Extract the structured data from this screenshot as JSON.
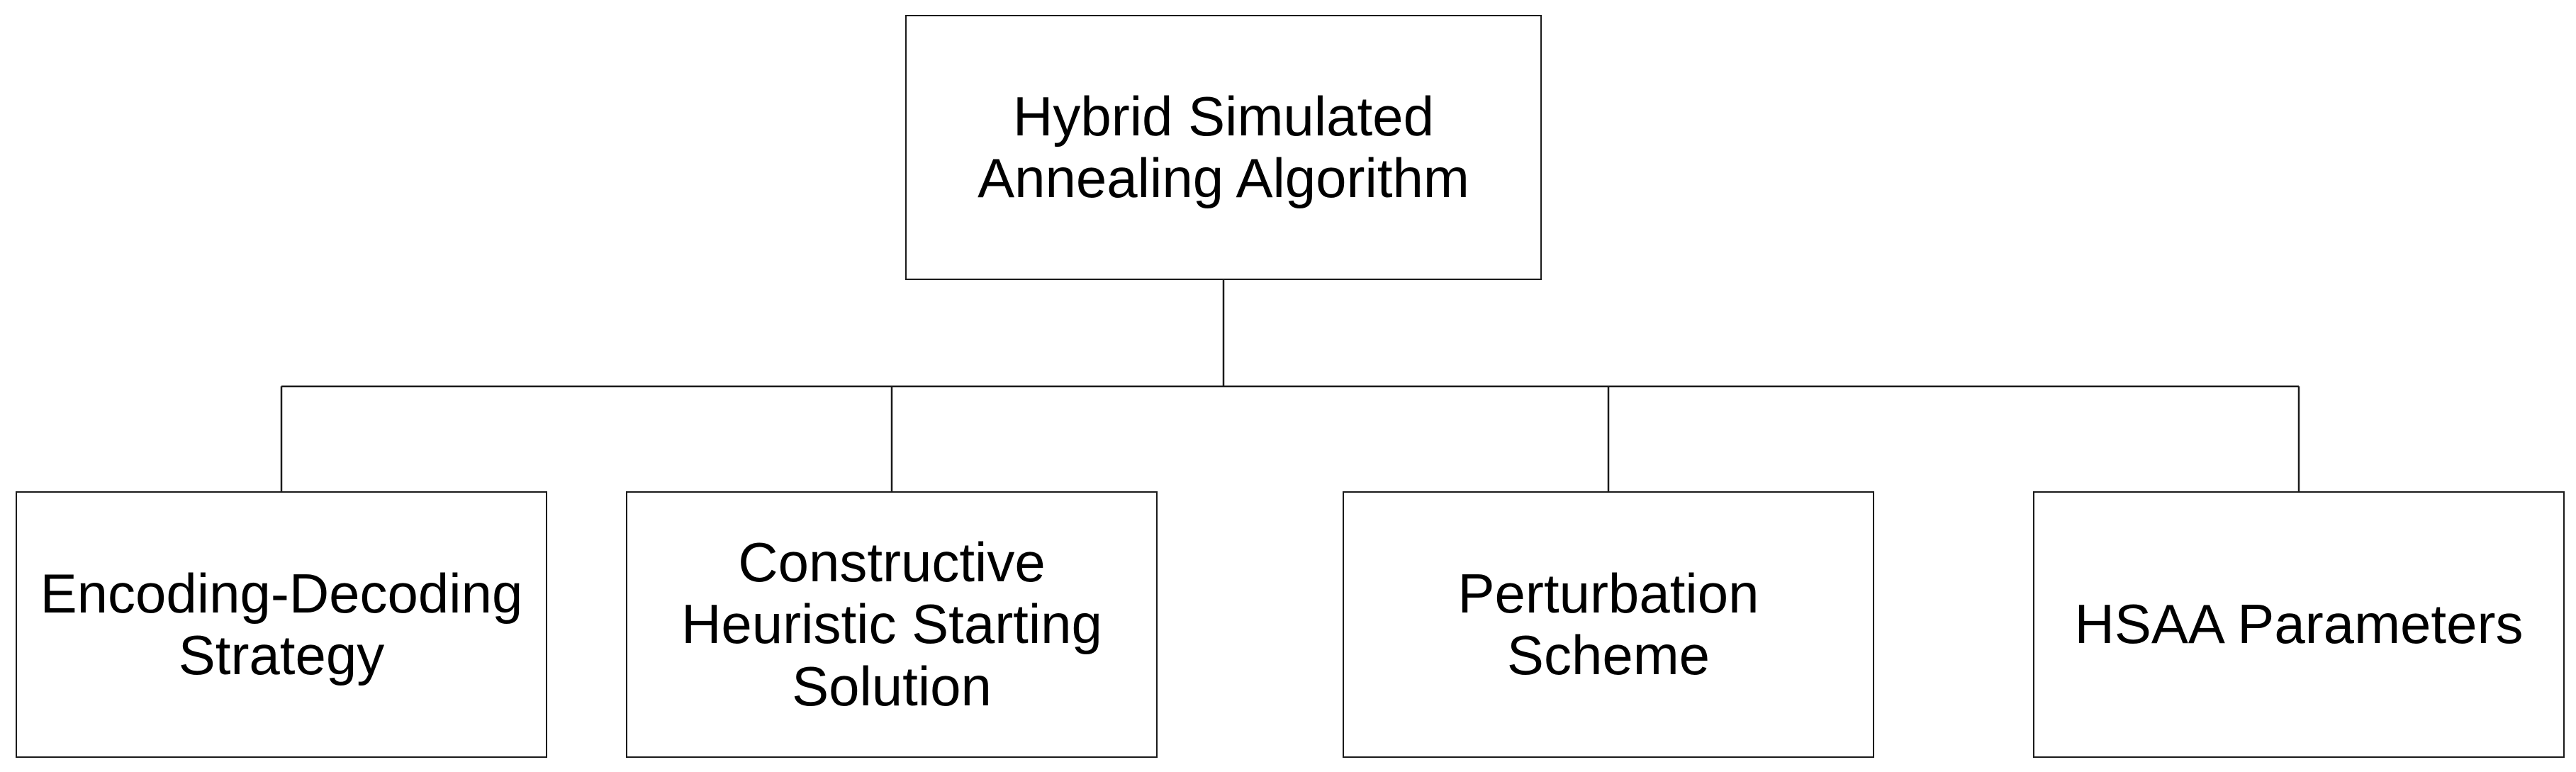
{
  "diagram": {
    "root": {
      "label": "Hybrid Simulated\nAnnealing Algorithm"
    },
    "children": [
      {
        "label": "Encoding-Decoding\nStrategy"
      },
      {
        "label": "Constructive\nHeuristic Starting\nSolution"
      },
      {
        "label": "Perturbation Scheme"
      },
      {
        "label": "HSAA Parameters"
      }
    ]
  },
  "colors": {
    "line": "#1a1a1a",
    "box_border": "#1a1a1a",
    "text": "#000000",
    "background": "#ffffff"
  }
}
